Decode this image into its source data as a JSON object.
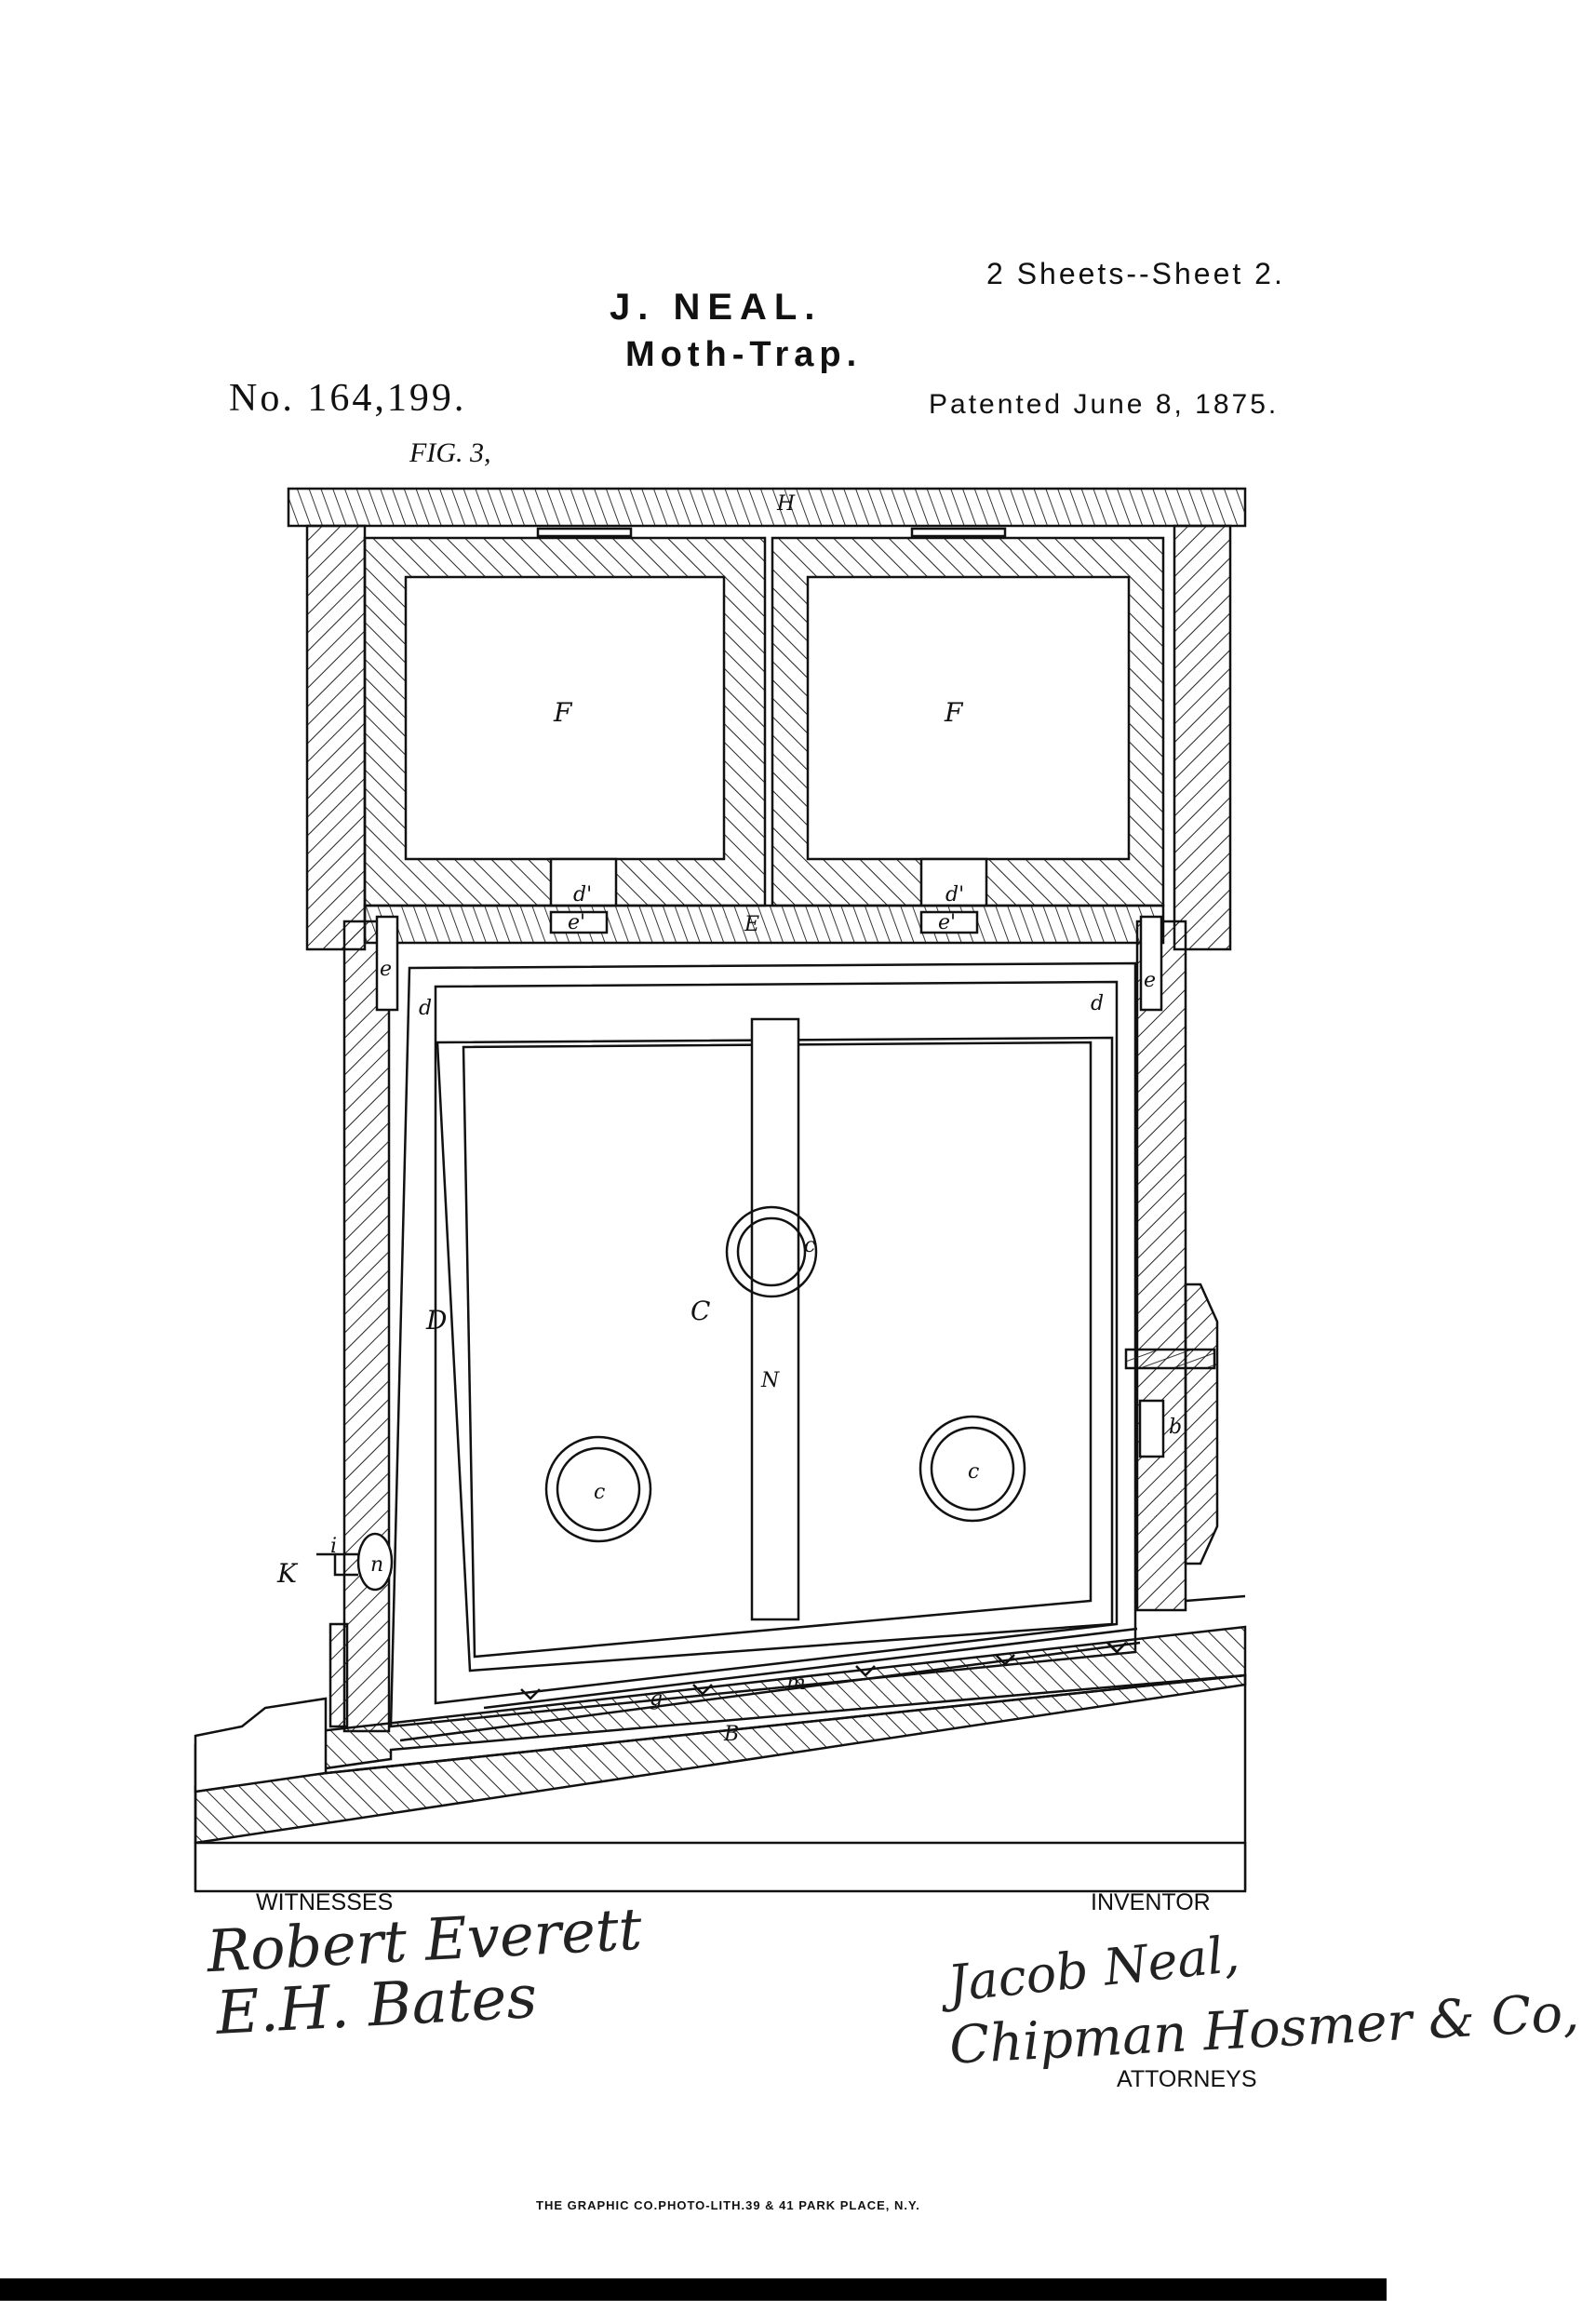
{
  "header": {
    "sheet_label": "2 Sheets--Sheet 2.",
    "inventor_name": "J. NEAL.",
    "title": "Moth-Trap.",
    "patent_number": "No. 164,199.",
    "patent_date": "Patented June 8, 1875."
  },
  "figure": {
    "label": "FIG. 3,",
    "part_labels": {
      "lid": "H",
      "box": "F",
      "shelf": "E",
      "rod": "d'",
      "pin": "e'",
      "side_pin": "e",
      "side_rod": "d",
      "frame": "D",
      "drawer": "C",
      "cup": "c",
      "partition": "N",
      "hook": "b",
      "key": "K",
      "key_pin": "i",
      "knob": "n",
      "runner": "g",
      "strip": "m",
      "base": "B"
    }
  },
  "footer": {
    "witnesses_heading": "WITNESSES",
    "witness_1": "Robert Everett",
    "witness_2": "E.H. Bates",
    "inventor_heading": "INVENTOR",
    "inventor_signature": "Jacob Neal,",
    "attorney_signature": "Chipman Hosmer & Co,",
    "attorneys_heading": "ATTORNEYS",
    "printer_line": "THE GRAPHIC CO.PHOTO-LITH.39 & 41 PARK PLACE, N.Y."
  }
}
